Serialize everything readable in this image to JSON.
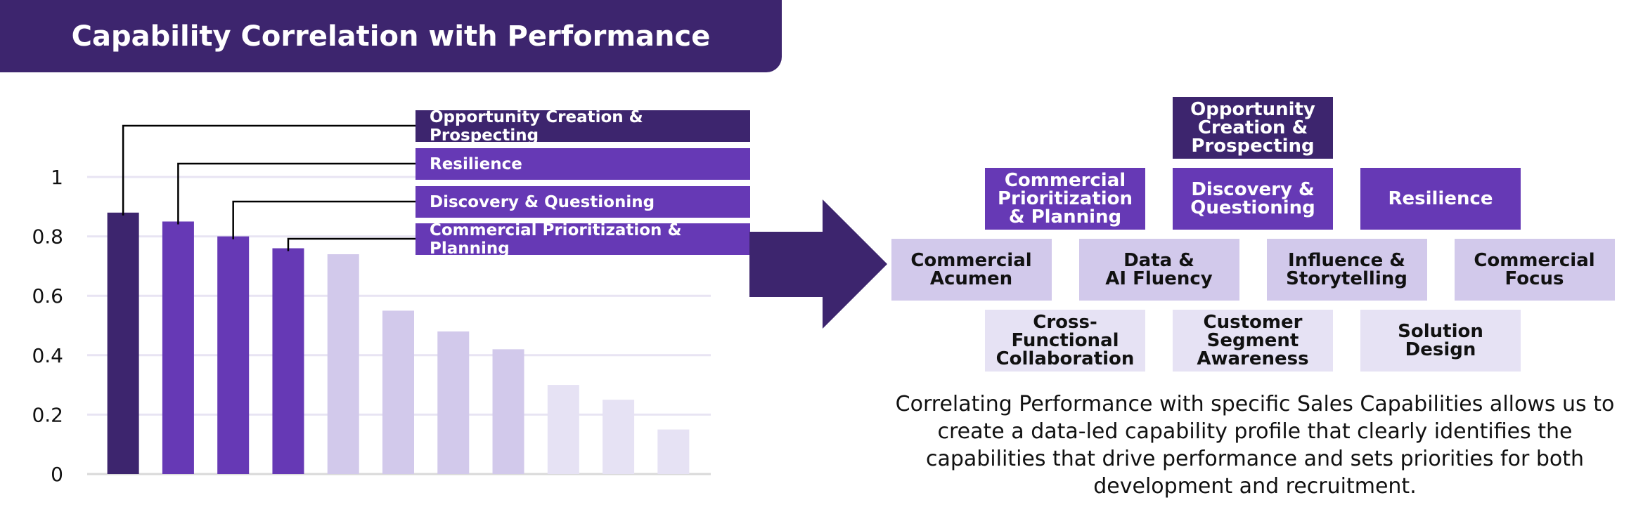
{
  "left_panel": {
    "title": "Capability Correlation with Performance"
  },
  "right_panel": {
    "title": "Unique Target Capability Profile",
    "description": "Correlating Performance with specific Sales Capabilities allows us to create a data-led capability profile that clearly identifies the capabilities that drive performance and sets priorities for both development and recruitment.",
    "profile_rows": [
      [
        {
          "label": "Opportunity\nCreation &\nProspecting",
          "tier": 1
        }
      ],
      [
        {
          "label": "Commercial\nPrioritization\n& Planning",
          "tier": 2
        },
        {
          "label": "Discovery &\nQuestioning",
          "tier": 2
        },
        {
          "label": "Resilience",
          "tier": 2
        }
      ],
      [
        {
          "label": "Commercial\nAcumen",
          "tier": 3
        },
        {
          "label": "Data &\nAI Fluency",
          "tier": 3
        },
        {
          "label": "Influence &\nStorytelling",
          "tier": 3
        },
        {
          "label": "Commercial\nFocus",
          "tier": 3
        }
      ],
      [
        {
          "label": "Cross-\nFunctional\nCollaboration",
          "tier": 4
        },
        {
          "label": "Customer\nSegment\nAwareness",
          "tier": 4
        },
        {
          "label": "Solution\nDesign",
          "tier": 4
        }
      ]
    ]
  },
  "arrow": {
    "icon": "right-arrow-icon",
    "color": "#3d256e"
  },
  "colors": {
    "tier_1": "#3d256e",
    "tier_2": "#6639b5",
    "tier_3": "#d2c9eb",
    "tier_4": "#e6e2f4",
    "gridline": "#e8e4f3"
  },
  "chart_data": {
    "type": "bar",
    "title": "Capability Correlation with Performance",
    "xlabel": "",
    "ylabel": "",
    "ylim": [
      0,
      1.1
    ],
    "yticks": [
      0,
      0.2,
      0.4,
      0.6,
      0.8,
      1
    ],
    "ytick_labels": [
      "0",
      "0.2",
      "0.4",
      "0.6",
      "0.8",
      "1"
    ],
    "grid": true,
    "categories": [
      "Opportunity Creation & Prospecting",
      "Resilience",
      "Discovery & Questioning",
      "Commercial Prioritization & Planning",
      "",
      "",
      "",
      "",
      "",
      "",
      ""
    ],
    "values": [
      0.88,
      0.85,
      0.8,
      0.76,
      0.74,
      0.55,
      0.48,
      0.42,
      0.3,
      0.25,
      0.15
    ],
    "bar_tiers": [
      1,
      2,
      2,
      2,
      3,
      3,
      3,
      3,
      4,
      4,
      4
    ],
    "annotations": [
      {
        "bar_index": 0,
        "label": "Opportunity Creation & Prospecting",
        "tier": 1
      },
      {
        "bar_index": 1,
        "label": "Resilience",
        "tier": 2
      },
      {
        "bar_index": 2,
        "label": "Discovery & Questioning",
        "tier": 2
      },
      {
        "bar_index": 3,
        "label": "Commercial Prioritization & Planning",
        "tier": 2
      }
    ]
  }
}
